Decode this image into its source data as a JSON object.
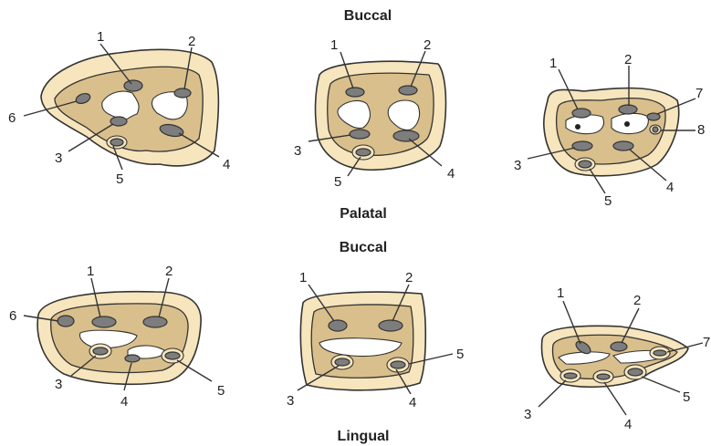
{
  "headings": {
    "top_buccal": "Buccal",
    "palatal": "Palatal",
    "bottom_buccal": "Buccal",
    "lingual": "Lingual"
  },
  "upper_row": {
    "tooth1": {
      "labels": [
        "1",
        "2",
        "3",
        "4",
        "5",
        "6"
      ]
    },
    "tooth2": {
      "labels": [
        "1",
        "2",
        "3",
        "4",
        "5"
      ]
    },
    "tooth3": {
      "labels": [
        "1",
        "2",
        "3",
        "4",
        "5",
        "7",
        "8"
      ]
    }
  },
  "lower_row": {
    "tooth1": {
      "labels": [
        "1",
        "2",
        "3",
        "4",
        "5",
        "6"
      ]
    },
    "tooth2": {
      "labels": [
        "1",
        "2",
        "3",
        "4",
        "5"
      ]
    },
    "tooth3": {
      "labels": [
        "1",
        "2",
        "3",
        "4",
        "5",
        "7"
      ]
    }
  },
  "colors": {
    "crown": "#f6e5bd",
    "pulp_floor": "#d9bf8c",
    "canal": "#7d7d7d",
    "outline": "#333333"
  }
}
